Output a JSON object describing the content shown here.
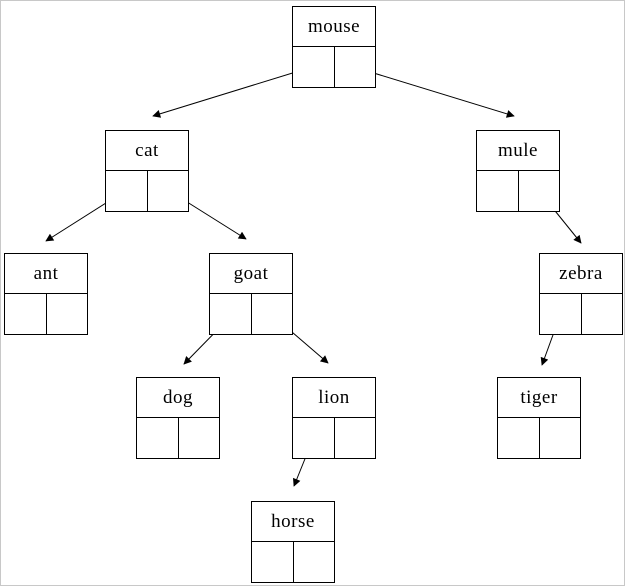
{
  "diagram": {
    "kind": "binary-tree",
    "background_color": "#ffffff",
    "line_color": "#000000",
    "frame_color": "#c8c8c8"
  },
  "nodes": {
    "mouse": {
      "label": "mouse"
    },
    "cat": {
      "label": "cat"
    },
    "mule": {
      "label": "mule"
    },
    "ant": {
      "label": "ant"
    },
    "goat": {
      "label": "goat"
    },
    "zebra": {
      "label": "zebra"
    },
    "dog": {
      "label": "dog"
    },
    "lion": {
      "label": "lion"
    },
    "tiger": {
      "label": "tiger"
    },
    "horse": {
      "label": "horse"
    }
  },
  "edges": [
    {
      "from": "mouse",
      "slot": "left",
      "to": "cat"
    },
    {
      "from": "mouse",
      "slot": "right",
      "to": "mule"
    },
    {
      "from": "cat",
      "slot": "left",
      "to": "ant"
    },
    {
      "from": "cat",
      "slot": "right",
      "to": "goat"
    },
    {
      "from": "mule",
      "slot": "right",
      "to": "zebra"
    },
    {
      "from": "goat",
      "slot": "left",
      "to": "dog"
    },
    {
      "from": "goat",
      "slot": "right",
      "to": "lion"
    },
    {
      "from": "zebra",
      "slot": "left",
      "to": "tiger"
    },
    {
      "from": "lion",
      "slot": "left",
      "to": "horse"
    }
  ]
}
